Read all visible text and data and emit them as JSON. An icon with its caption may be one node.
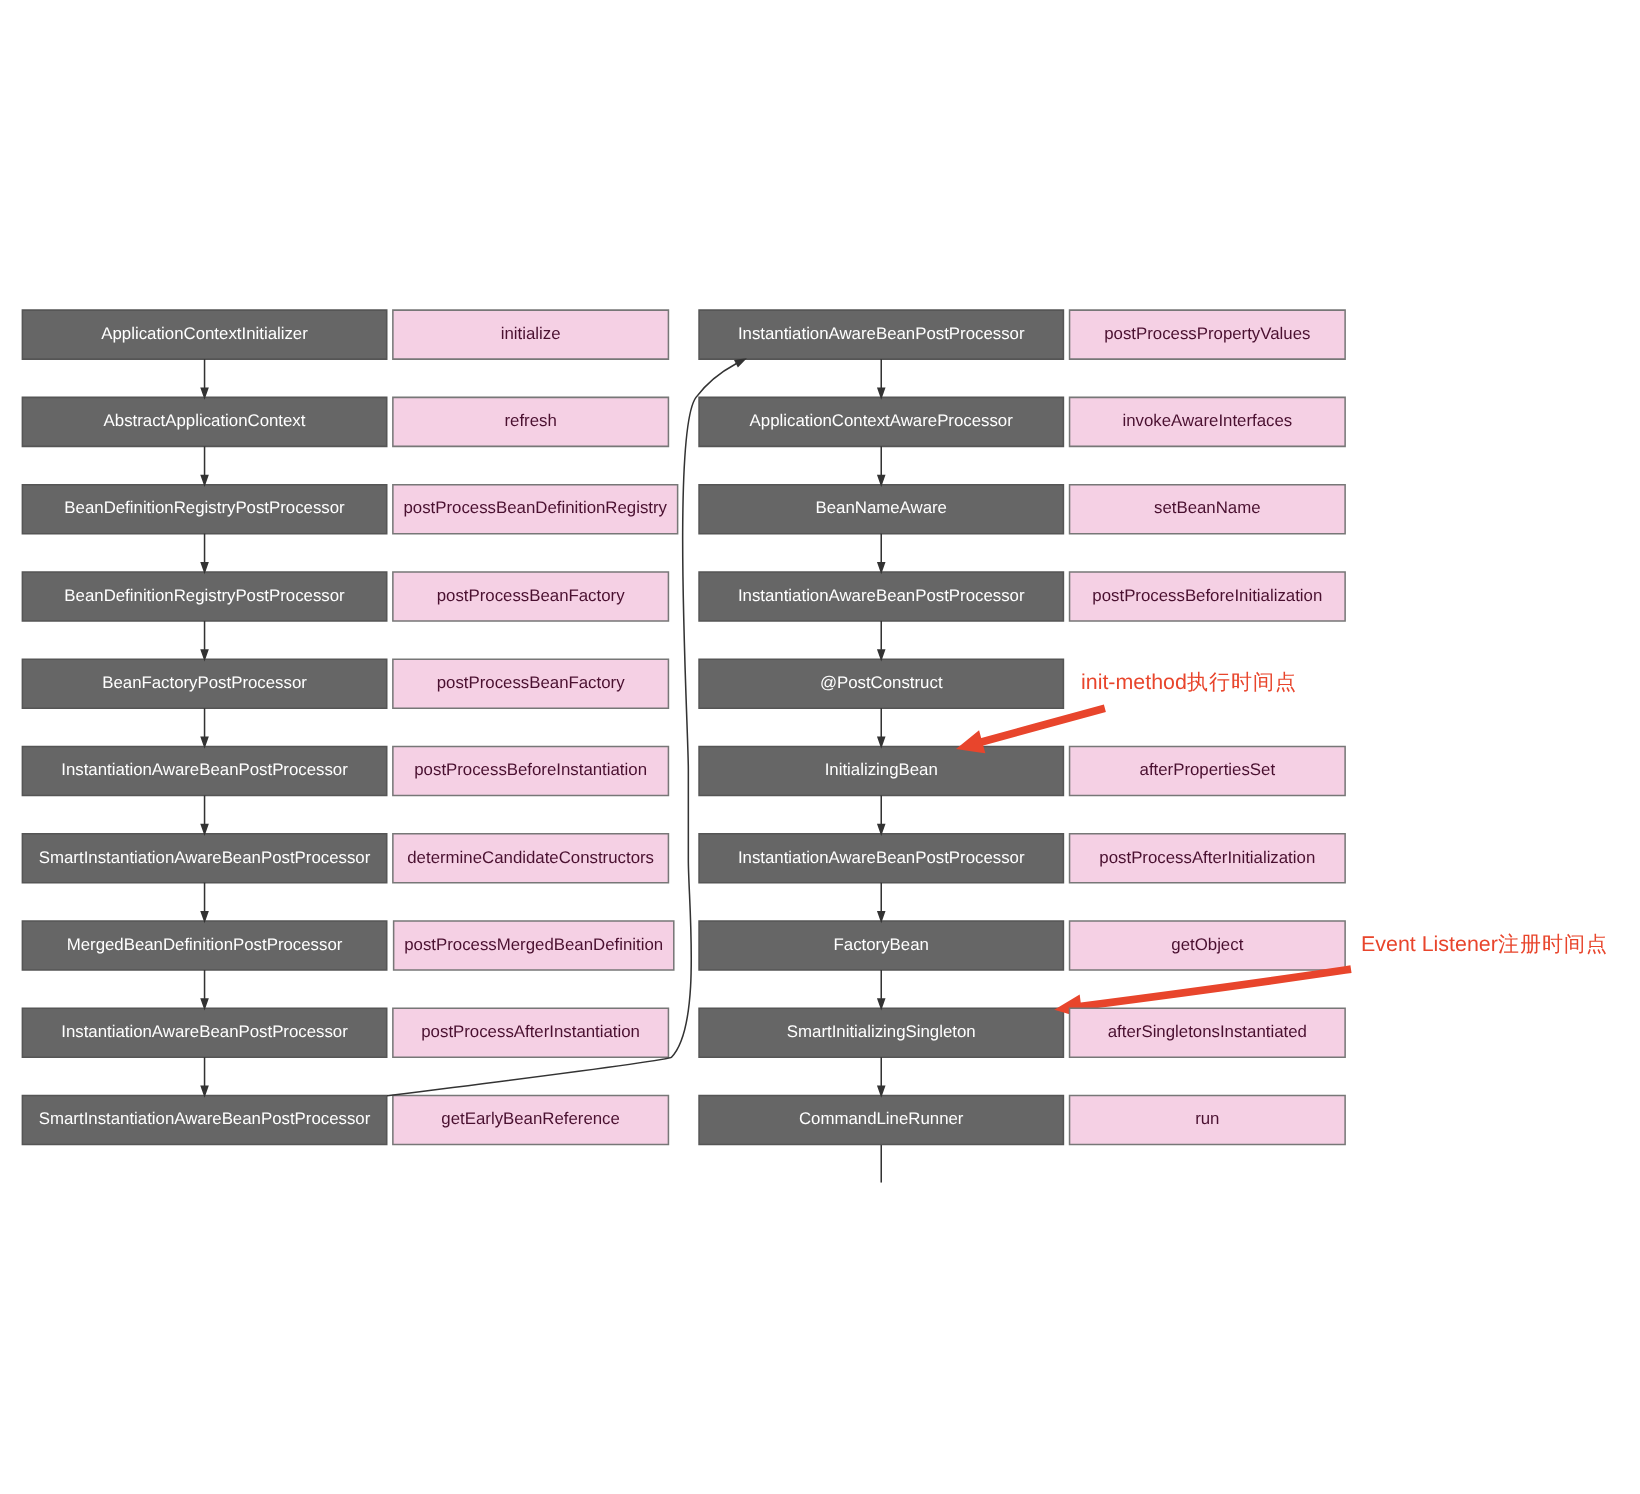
{
  "diagram": {
    "nodes": [
      {
        "text": [
          "ApplicationContextInitializer"
        ]
      },
      {
        "text": [
          "initialize"
        ]
      },
      {
        "text": [
          "AbstractApplicationContext"
        ]
      },
      {
        "text": [
          "refresh"
        ]
      },
      {
        "text": [
          "BeanDefinitionRegistryPostProcessor"
        ]
      },
      {
        "text": [
          "postProcessBeanDefinitionRegistry"
        ]
      },
      {
        "text": [
          "BeanDefinitionRegistryPostProcessor"
        ]
      },
      {
        "text": [
          "postProcessBeanFactory"
        ]
      },
      {
        "text": [
          "BeanFactoryPostProcessor"
        ]
      },
      {
        "text": [
          "postProcessBeanFactory"
        ]
      },
      {
        "text": [
          "InstantiationAwareBeanPostProcessor"
        ]
      },
      {
        "text": [
          "postProcessBeforeInstantiation"
        ]
      },
      {
        "text": [
          "SmartInstantiationAwareBeanPostProcessor"
        ]
      },
      {
        "text": [
          "determineCandidateConstructors"
        ]
      },
      {
        "text": [
          "MergedBeanDefinitionPostProcessor"
        ]
      },
      {
        "text": [
          "postProcessMergedBeanDefinition"
        ]
      },
      {
        "text": [
          "InstantiationAwareBeanPostProcessor"
        ]
      },
      {
        "text": [
          "postProcessAfterInstantiation"
        ]
      },
      {
        "text": [
          "SmartInstantiationAwareBeanPostProcessor"
        ]
      },
      {
        "text": [
          "getEarlyBeanReference"
        ]
      },
      {
        "text": [
          "InstantiationAwareBeanPostProcessor"
        ]
      },
      {
        "text": [
          "postProcessPropertyValues"
        ]
      },
      {
        "text": [
          "ApplicationContextAwareProcessor"
        ]
      },
      {
        "text": [
          "invokeAwareInterfaces"
        ]
      },
      {
        "text": [
          "BeanNameAware"
        ]
      },
      {
        "text": [
          "setBeanName"
        ]
      },
      {
        "text": [
          "InstantiationAwareBeanPostProcessor"
        ]
      },
      {
        "text": [
          "postProcessBeforeInitialization"
        ]
      },
      {
        "text": [
          "@PostConstruct"
        ]
      },
      {
        "text": [
          "init-method执行时间点"
        ]
      },
      {
        "text": [
          "InitializingBean"
        ]
      },
      {
        "text": [
          "afterPropertiesSet"
        ]
      },
      {
        "text": [
          "InstantiationAwareBeanPostProcessor"
        ]
      },
      {
        "text": [
          "postProcessAfterInitialization"
        ]
      },
      {
        "text": [
          "FactoryBean"
        ]
      },
      {
        "text": [
          "getObject"
        ]
      },
      {
        "text": [
          "Event Listener注册时间点"
        ]
      },
      {
        "text": [
          "SmartInitializingSingleton"
        ]
      },
      {
        "text": [
          "afterSingletonsInstantiated"
        ]
      },
      {
        "text": [
          "CommandLineRunner"
        ]
      },
      {
        "text": [
          "run"
        ]
      }
    ],
    "edges": [
      {
        "from": 0,
        "to": 2,
        "arrow": "to"
      },
      {
        "from": 2,
        "to": 4,
        "arrow": "to"
      },
      {
        "from": 4,
        "to": 6,
        "arrow": "to"
      },
      {
        "from": 6,
        "to": 8,
        "arrow": "to"
      },
      {
        "from": 8,
        "to": 10,
        "arrow": "to"
      },
      {
        "from": 10,
        "to": 12,
        "arrow": "to"
      },
      {
        "from": 12,
        "to": 14,
        "arrow": "to"
      },
      {
        "from": 14,
        "to": 16,
        "arrow": "to"
      },
      {
        "from": 16,
        "to": 18,
        "arrow": "to"
      },
      {
        "from": 18,
        "to": 20,
        "arrow": "to"
      },
      {
        "from": 20,
        "to": 22,
        "arrow": "to"
      },
      {
        "from": 22,
        "to": 24,
        "arrow": "to"
      },
      {
        "from": 24,
        "to": 26,
        "arrow": "to"
      },
      {
        "from": 26,
        "to": 28,
        "arrow": "to"
      },
      {
        "from": 28,
        "to": 30,
        "arrow": "to"
      },
      {
        "from": 29,
        "to": 30,
        "arrow": "to",
        "style": "thick",
        "color": "#e8452c"
      },
      {
        "from": 30,
        "to": 32,
        "arrow": "to"
      },
      {
        "from": 32,
        "to": 34,
        "arrow": "to"
      },
      {
        "from": 34,
        "to": 37,
        "arrow": "to"
      },
      {
        "from": 36,
        "to": 37,
        "arrow": "to",
        "style": "thick",
        "color": "#e8452c"
      },
      {
        "from": 37,
        "to": 39,
        "arrow": "to"
      },
      {
        "from": 39,
        "to": null,
        "arrow": "none"
      }
    ]
  }
}
